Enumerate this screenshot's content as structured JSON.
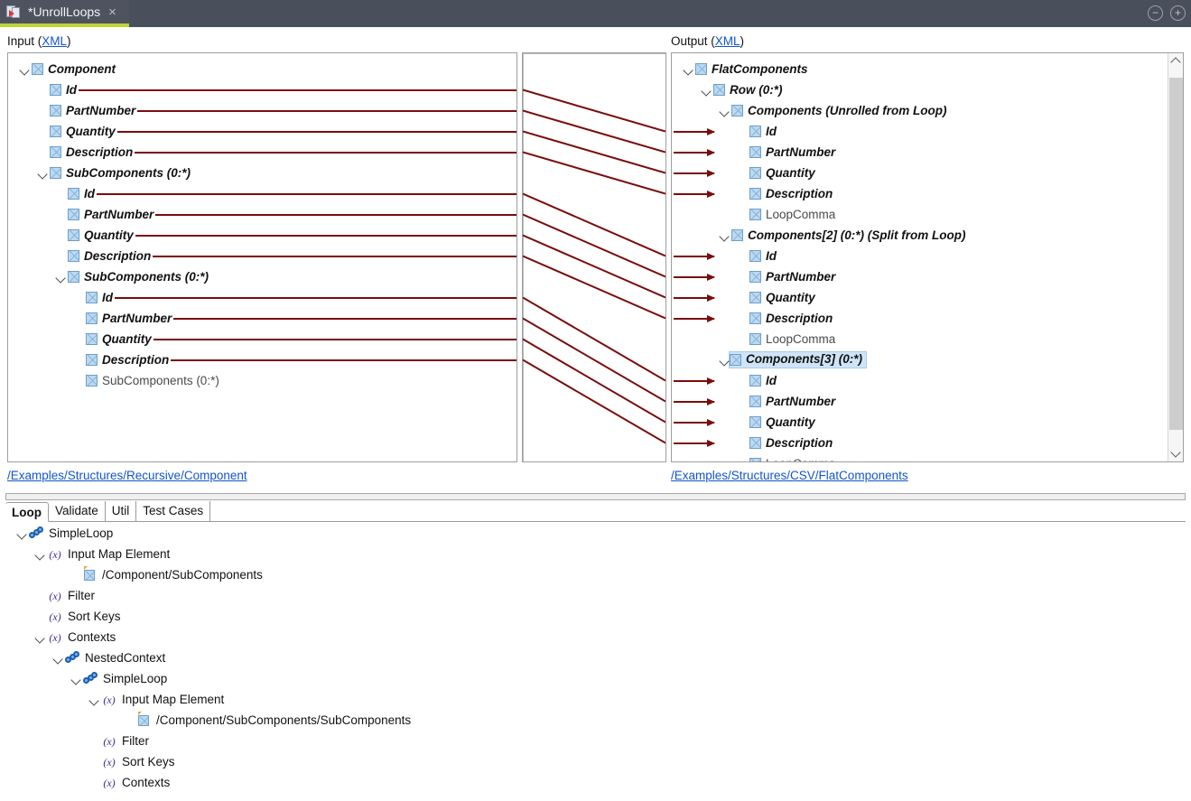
{
  "window": {
    "tab_title": "*UnrollLoops",
    "tab_close": "×",
    "minimize": "−",
    "maximize": "+",
    "app_icon": "mapping-document-icon"
  },
  "input_panel": {
    "header_prefix": "Input (",
    "header_link": "XML",
    "header_suffix": ")",
    "path": "/Examples/Structures/Recursive/Component",
    "rows": [
      {
        "label": "Component",
        "depth": 0,
        "twisty": true,
        "style": "mapped",
        "line": false
      },
      {
        "label": "Id",
        "depth": 1,
        "twisty": false,
        "style": "mapped",
        "line": true
      },
      {
        "label": "PartNumber",
        "depth": 1,
        "twisty": false,
        "style": "mapped",
        "line": true
      },
      {
        "label": "Quantity",
        "depth": 1,
        "twisty": false,
        "style": "mapped",
        "line": true
      },
      {
        "label": "Description",
        "depth": 1,
        "twisty": false,
        "style": "mapped",
        "line": true
      },
      {
        "label": "SubComponents (0:*)",
        "depth": 1,
        "twisty": true,
        "style": "mapped",
        "line": false
      },
      {
        "label": "Id",
        "depth": 2,
        "twisty": false,
        "style": "mapped",
        "line": true
      },
      {
        "label": "PartNumber",
        "depth": 2,
        "twisty": false,
        "style": "mapped",
        "line": true
      },
      {
        "label": "Quantity",
        "depth": 2,
        "twisty": false,
        "style": "mapped",
        "line": true
      },
      {
        "label": "Description",
        "depth": 2,
        "twisty": false,
        "style": "mapped",
        "line": true
      },
      {
        "label": "SubComponents (0:*)",
        "depth": 2,
        "twisty": true,
        "style": "mapped",
        "line": false
      },
      {
        "label": "Id",
        "depth": 3,
        "twisty": false,
        "style": "mapped",
        "line": true
      },
      {
        "label": "PartNumber",
        "depth": 3,
        "twisty": false,
        "style": "mapped",
        "line": true
      },
      {
        "label": "Quantity",
        "depth": 3,
        "twisty": false,
        "style": "mapped",
        "line": true
      },
      {
        "label": "Description",
        "depth": 3,
        "twisty": false,
        "style": "mapped",
        "line": true
      },
      {
        "label": "SubComponents (0:*)",
        "depth": 3,
        "twisty": false,
        "style": "plain",
        "line": false
      }
    ]
  },
  "output_panel": {
    "header_prefix": "Output (",
    "header_link": "XML",
    "header_suffix": ")",
    "path": "/Examples/Structures/CSV/FlatComponents",
    "rows": [
      {
        "label": "FlatComponents",
        "depth": 0,
        "twisty": true,
        "style": "mapped",
        "arrow": false,
        "selected": false
      },
      {
        "label": "Row (0:*)",
        "depth": 1,
        "twisty": true,
        "style": "mapped",
        "arrow": false,
        "selected": false
      },
      {
        "label": "Components (Unrolled from Loop)",
        "depth": 2,
        "twisty": true,
        "style": "mapped",
        "arrow": false,
        "selected": false
      },
      {
        "label": "Id",
        "depth": 3,
        "twisty": false,
        "style": "mapped",
        "arrow": true,
        "selected": false
      },
      {
        "label": "PartNumber",
        "depth": 3,
        "twisty": false,
        "style": "mapped",
        "arrow": true,
        "selected": false
      },
      {
        "label": "Quantity",
        "depth": 3,
        "twisty": false,
        "style": "mapped",
        "arrow": true,
        "selected": false
      },
      {
        "label": "Description",
        "depth": 3,
        "twisty": false,
        "style": "mapped",
        "arrow": true,
        "selected": false
      },
      {
        "label": "LoopComma",
        "depth": 3,
        "twisty": false,
        "style": "plain",
        "arrow": false,
        "selected": false
      },
      {
        "label": "Components[2] (0:*) (Split from Loop)",
        "depth": 2,
        "twisty": true,
        "style": "mapped",
        "arrow": false,
        "selected": false
      },
      {
        "label": "Id",
        "depth": 3,
        "twisty": false,
        "style": "mapped",
        "arrow": true,
        "selected": false
      },
      {
        "label": "PartNumber",
        "depth": 3,
        "twisty": false,
        "style": "mapped",
        "arrow": true,
        "selected": false
      },
      {
        "label": "Quantity",
        "depth": 3,
        "twisty": false,
        "style": "mapped",
        "arrow": true,
        "selected": false
      },
      {
        "label": "Description",
        "depth": 3,
        "twisty": false,
        "style": "mapped",
        "arrow": true,
        "selected": false
      },
      {
        "label": "LoopComma",
        "depth": 3,
        "twisty": false,
        "style": "plain",
        "arrow": false,
        "selected": false
      },
      {
        "label": "Components[3] (0:*)",
        "depth": 2,
        "twisty": true,
        "style": "mapped",
        "arrow": false,
        "selected": true
      },
      {
        "label": "Id",
        "depth": 3,
        "twisty": false,
        "style": "mapped",
        "arrow": true,
        "selected": false
      },
      {
        "label": "PartNumber",
        "depth": 3,
        "twisty": false,
        "style": "mapped",
        "arrow": true,
        "selected": false
      },
      {
        "label": "Quantity",
        "depth": 3,
        "twisty": false,
        "style": "mapped",
        "arrow": true,
        "selected": false
      },
      {
        "label": "Description",
        "depth": 3,
        "twisty": false,
        "style": "mapped",
        "arrow": true,
        "selected": false
      },
      {
        "label": "LoopComma",
        "depth": 3,
        "twisty": false,
        "style": "plain",
        "arrow": false,
        "selected": false
      }
    ]
  },
  "connectors": {
    "color": "#7a0c0c",
    "links": [
      {
        "from_row": 1,
        "to_row": 3
      },
      {
        "from_row": 2,
        "to_row": 4
      },
      {
        "from_row": 3,
        "to_row": 5
      },
      {
        "from_row": 4,
        "to_row": 6
      },
      {
        "from_row": 6,
        "to_row": 9
      },
      {
        "from_row": 7,
        "to_row": 10
      },
      {
        "from_row": 8,
        "to_row": 11
      },
      {
        "from_row": 9,
        "to_row": 12
      },
      {
        "from_row": 11,
        "to_row": 15
      },
      {
        "from_row": 12,
        "to_row": 16
      },
      {
        "from_row": 13,
        "to_row": 17
      },
      {
        "from_row": 14,
        "to_row": 18
      }
    ]
  },
  "bottom": {
    "tabs": [
      {
        "label": "Loop",
        "active": true
      },
      {
        "label": "Validate",
        "active": false
      },
      {
        "label": "Util",
        "active": false
      },
      {
        "label": "Test Cases",
        "active": false
      }
    ],
    "rows": [
      {
        "label": "SimpleLoop",
        "depth": 0,
        "twisty": true,
        "icon": "loop-icon"
      },
      {
        "label": "Input Map Element",
        "depth": 1,
        "twisty": true,
        "icon": "var-icon"
      },
      {
        "label": "/Component/SubComponents",
        "depth": 3,
        "twisty": false,
        "icon": "xpath-icon"
      },
      {
        "label": "Filter",
        "depth": 1,
        "twisty": false,
        "icon": "var-icon"
      },
      {
        "label": "Sort Keys",
        "depth": 1,
        "twisty": false,
        "icon": "var-icon"
      },
      {
        "label": "Contexts",
        "depth": 1,
        "twisty": true,
        "icon": "var-icon"
      },
      {
        "label": "NestedContext",
        "depth": 2,
        "twisty": true,
        "icon": "loop-icon"
      },
      {
        "label": "SimpleLoop",
        "depth": 3,
        "twisty": true,
        "icon": "loop-icon"
      },
      {
        "label": "Input Map Element",
        "depth": 4,
        "twisty": true,
        "icon": "var-icon"
      },
      {
        "label": "/Component/SubComponents/SubComponents",
        "depth": 6,
        "twisty": false,
        "icon": "xpath-icon"
      },
      {
        "label": "Filter",
        "depth": 4,
        "twisty": false,
        "icon": "var-icon"
      },
      {
        "label": "Sort Keys",
        "depth": 4,
        "twisty": false,
        "icon": "var-icon"
      },
      {
        "label": "Contexts",
        "depth": 4,
        "twisty": false,
        "icon": "var-icon"
      }
    ]
  },
  "colors": {
    "titlebar": "#4a4f5c",
    "tab_accent": "#bfd236",
    "link": "#1155cc",
    "connector": "#7a0c0c",
    "selection": "#cfe5f7",
    "node_icon": "#bcd9f2"
  }
}
